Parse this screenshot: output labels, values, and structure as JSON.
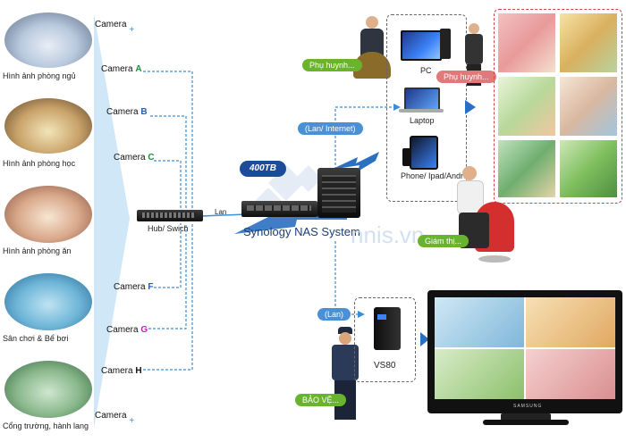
{
  "cameras": {
    "top": "Camera",
    "a": {
      "label": "Camera",
      "letter": "A"
    },
    "b": {
      "label": "Camera",
      "letter": "B"
    },
    "c": {
      "label": "Camera",
      "letter": "C"
    },
    "f": {
      "label": "Camera",
      "letter": "F"
    },
    "g": {
      "label": "Camera",
      "letter": "G"
    },
    "h": {
      "label": "Camera",
      "letter": "H"
    },
    "bottom": "Camera"
  },
  "rooms": [
    "Hình ảnh phòng ngủ",
    "Hình ảnh phòng học",
    "Hình ảnh phòng ăn",
    "Sân chơi & Bể bơi",
    "Cổng trường, hành lang"
  ],
  "hub_label": "Hub/ Swich",
  "lan_label": "Lan",
  "capacity_label": "400TB",
  "nas_label": "Synology NAS System",
  "lan_internet_label": "(Lan/ Internet)",
  "lan_paren_label": "(Lan)",
  "devices": {
    "pc": "PC",
    "laptop": "Laptop",
    "phone": "Phone/ Ipad/Android"
  },
  "parent_label_1": "Phụ huynh...",
  "parent_label_2": "Phụ huynh...",
  "supervisor_label": "Giám thị...",
  "guard_label": "BẢO VỆ...",
  "vs80_label": "VS80",
  "watermark": "nnis.vn",
  "tv_brand": "SAMSUNG",
  "colors": {
    "line": "#3a8fd8",
    "green_pill": "#6ab42d",
    "blue_pill": "#4a90d9",
    "pink_pill": "#e07a7a",
    "accent_a": "#1a8f3a",
    "accent_b": "#1e5fb8",
    "accent_c": "#1a8f3a",
    "accent_g": "#c020c0"
  }
}
